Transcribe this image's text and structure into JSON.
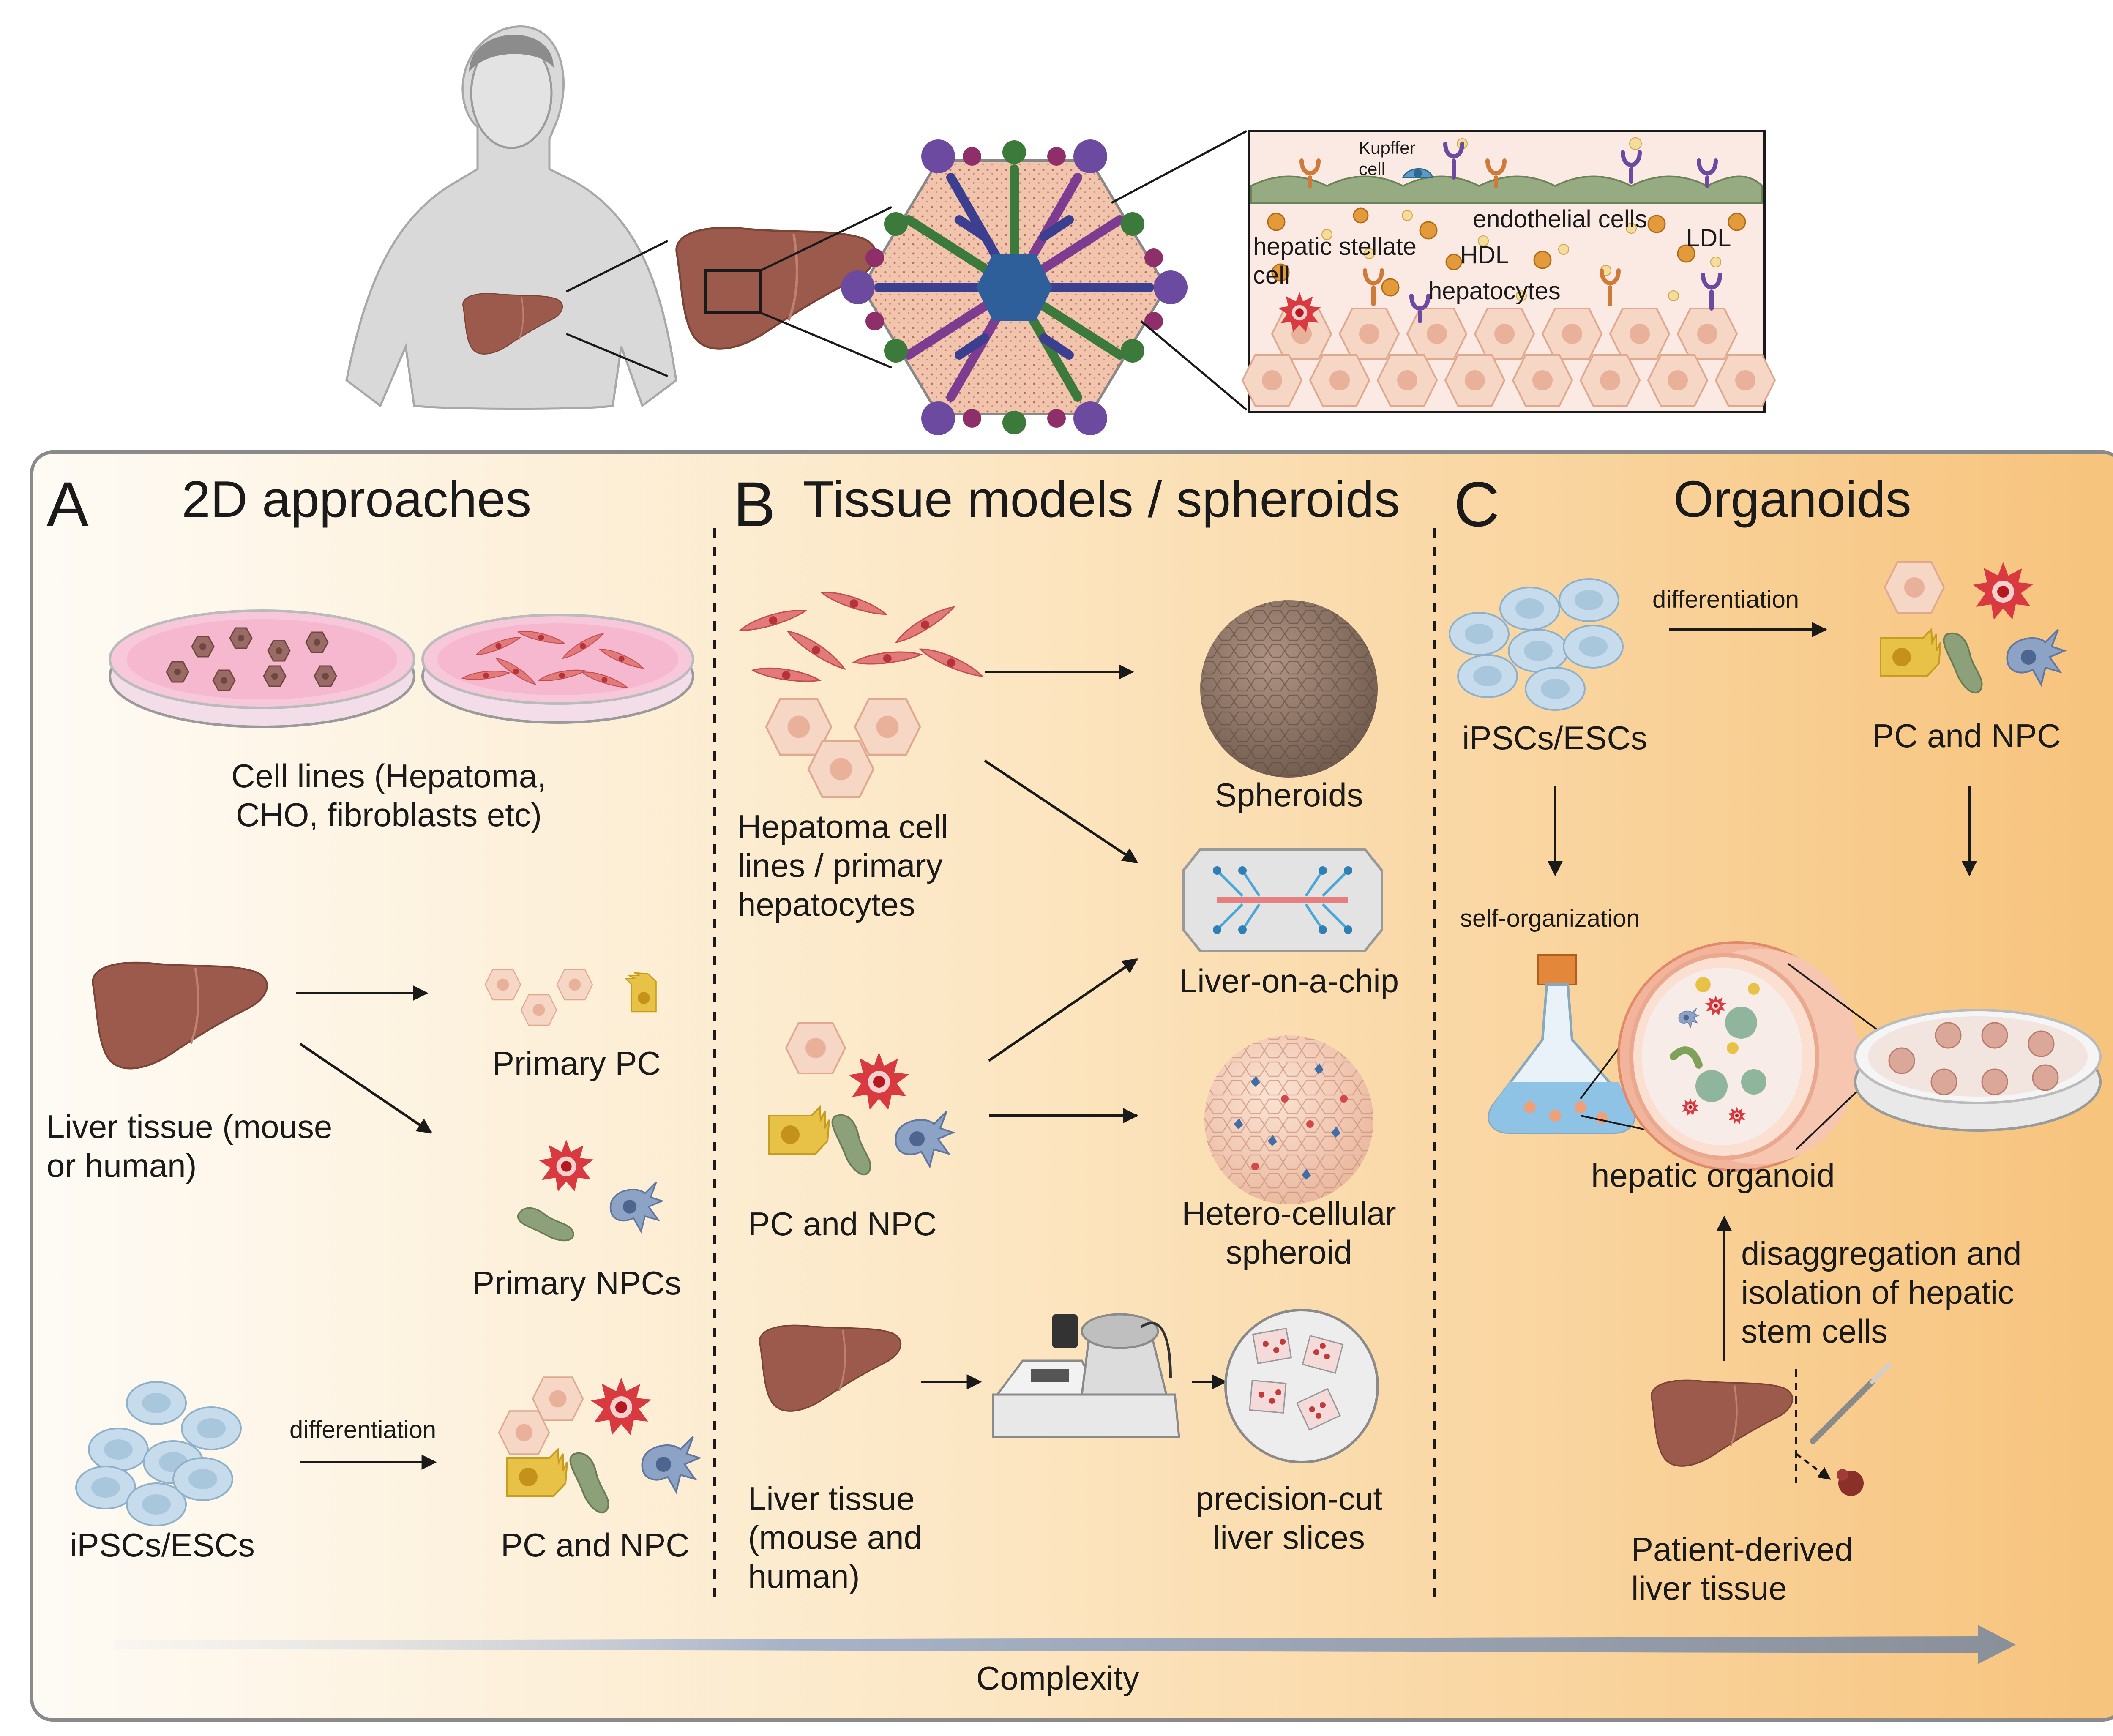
{
  "header": {
    "inset_labels": {
      "kupffer": "Kupffer\ncell",
      "endothelial": "endothelial cells",
      "stellate": "hepatic stellate\ncell",
      "hdl": "HDL",
      "ldl": "LDL",
      "hepatocytes": "hepatocytes"
    }
  },
  "panels": {
    "a": {
      "letter": "A",
      "title": "2D approaches",
      "cell_lines": "Cell lines (Hepatoma,\nCHO, fibroblasts etc)",
      "liver_tissue": "Liver tissue (mouse\nor human)",
      "primary_pc": "Primary PC",
      "primary_npcs": "Primary NPCs",
      "ipscs": "iPSCs/ESCs",
      "differentiation": "differentiation",
      "pc_npc": "PC and NPC"
    },
    "b": {
      "letter": "B",
      "title": "Tissue models / spheroids",
      "hepatoma": "Hepatoma cell\nlines / primary\nhepatocytes",
      "pc_npc": "PC and NPC",
      "liver_tissue": "Liver tissue\n(mouse and\nhuman)",
      "spheroids": "Spheroids",
      "liver_chip": "Liver-on-a-chip",
      "hetero": "Hetero-cellular\nspheroid",
      "slices": "precision-cut\nliver slices"
    },
    "c": {
      "letter": "C",
      "title": "Organoids",
      "ipscs": "iPSCs/ESCs",
      "differentiation": "differentiation",
      "pc_npc": "PC and NPC",
      "self_org": "self-organization",
      "organoid": "hepatic organoid",
      "disaggregation": "disaggregation and\nisolation of hepatic\nstem cells",
      "patient": "Patient-derived\nliver tissue"
    }
  },
  "complexity": "Complexity",
  "colors": {
    "liver": "#9b5a4c",
    "panel_bg_start": "#fefaf2",
    "panel_bg_end": "#f8c983",
    "pc_cell": "#f4d3c3",
    "npc_red": "#d8363d",
    "npc_yellow": "#e8c247",
    "npc_green": "#8ca07a",
    "npc_blue": "#8da3c6",
    "stem_cell": "#bdd6e8"
  }
}
